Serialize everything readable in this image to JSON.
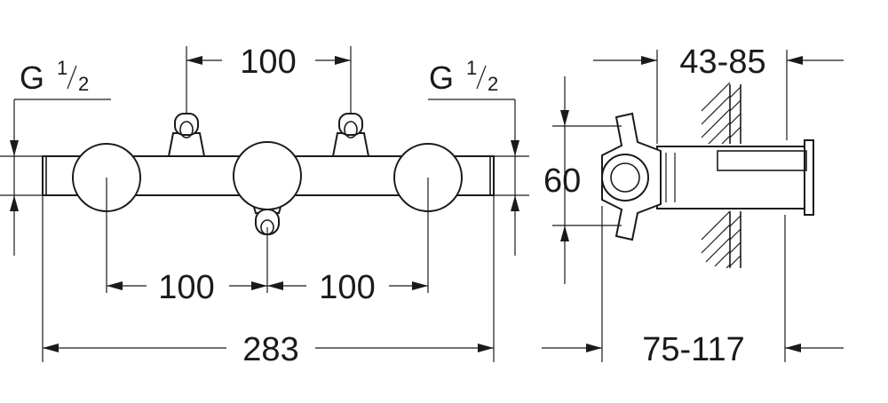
{
  "front_view": {
    "thread_left": {
      "prefix": "G",
      "num": "1",
      "den": "2"
    },
    "thread_right": {
      "prefix": "G",
      "num": "1",
      "den": "2"
    },
    "dim_top_spacing": "100",
    "dim_spacing_left": "100",
    "dim_spacing_right": "100",
    "dim_overall_width": "283"
  },
  "side_view": {
    "dim_wall_range": "43-85",
    "dim_height": "60",
    "dim_depth_range": "75-117"
  }
}
